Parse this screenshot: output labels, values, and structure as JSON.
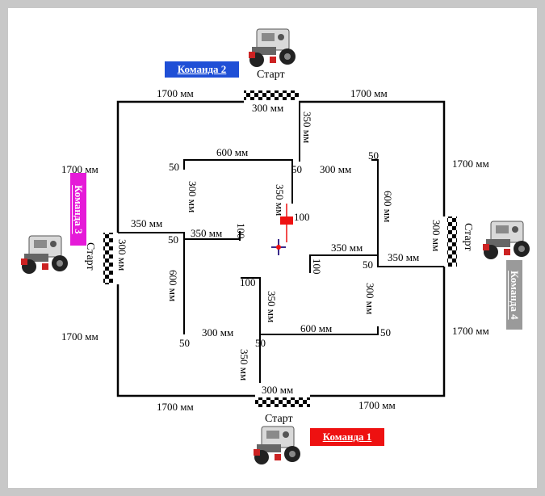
{
  "colors": {
    "team1": "#ee1111",
    "team2": "#1f4fd6",
    "team3": "#e51ad8",
    "team4": "#9a9a9a",
    "wall": "#000000",
    "frame": "#c8c8c8",
    "flag": "#e11",
    "cross": "#3a2a8a"
  },
  "icons": [
    "robot-icon",
    "checkered-start-icon",
    "flag-icon",
    "crosshair-icon"
  ],
  "teams": {
    "team1": "Команда 1",
    "team2": "Команда 2",
    "team3": "Команда 3",
    "team4": "Команда 4"
  },
  "start": {
    "top": "Старт",
    "bottom": "Старт",
    "left": "Старт",
    "right": "Старт"
  },
  "dims": {
    "top_left": "1700 мм",
    "top_right": "1700 мм",
    "bottom_left": "1700 мм",
    "bottom_right": "1700 мм",
    "left_top": "1700 мм",
    "left_bottom": "1700 мм",
    "right_top": "1700 мм",
    "right_bottom": "1700 мм",
    "gap_top": "300 мм",
    "gap_bottom": "300 мм",
    "gap_left": "300 мм",
    "gap_right": "300 мм",
    "top_vert": "350 мм",
    "top_inner_horiz": "600 мм",
    "top_inner_end": "50",
    "top_vert_end": "50",
    "upper_right_300": "300 мм",
    "upper_right_end": "50",
    "upper_right_vert": "600 мм",
    "center_vert": "350 мм",
    "flag_100": "100",
    "left_upper_vert": "300 мм",
    "left_350": "350 мм",
    "left_50": "50",
    "left_inner_350": "350 мм",
    "left_inner_100": "100",
    "left_lower_vert": "600 мм",
    "left_lower_end": "50",
    "right_inner_350": "350 мм",
    "right_inner_100": "100",
    "right_50": "50",
    "right_350": "350 мм",
    "center_lower_100": "100",
    "center_lower_vert": "350 мм",
    "lower_300": "300 мм",
    "lower_50": "50",
    "lower_600": "600 мм",
    "lower_right_end": "50",
    "right_lower_vert": "300 мм",
    "bottom_vert": "350 мм"
  }
}
